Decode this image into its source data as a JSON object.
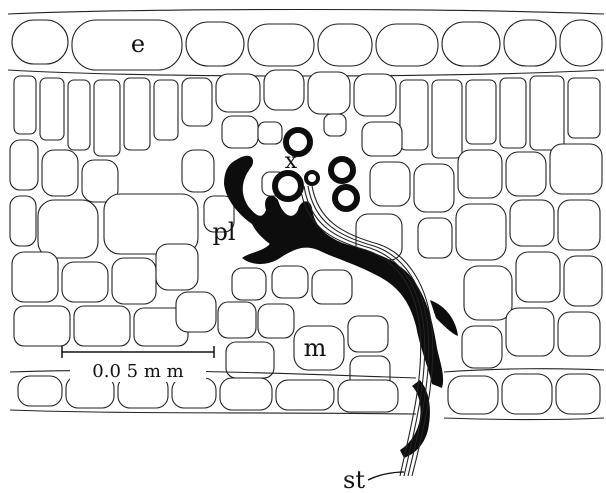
{
  "figure": {
    "labels": {
      "epidermis": "e",
      "xylem": "x",
      "plasmodium": "pl",
      "mesophyll": "m",
      "stylet": "st"
    },
    "scale_bar": "0.0 5 m m"
  },
  "colors": {
    "ink": "#0d0d0d",
    "paper": "#ffffff",
    "line": "#222222"
  }
}
